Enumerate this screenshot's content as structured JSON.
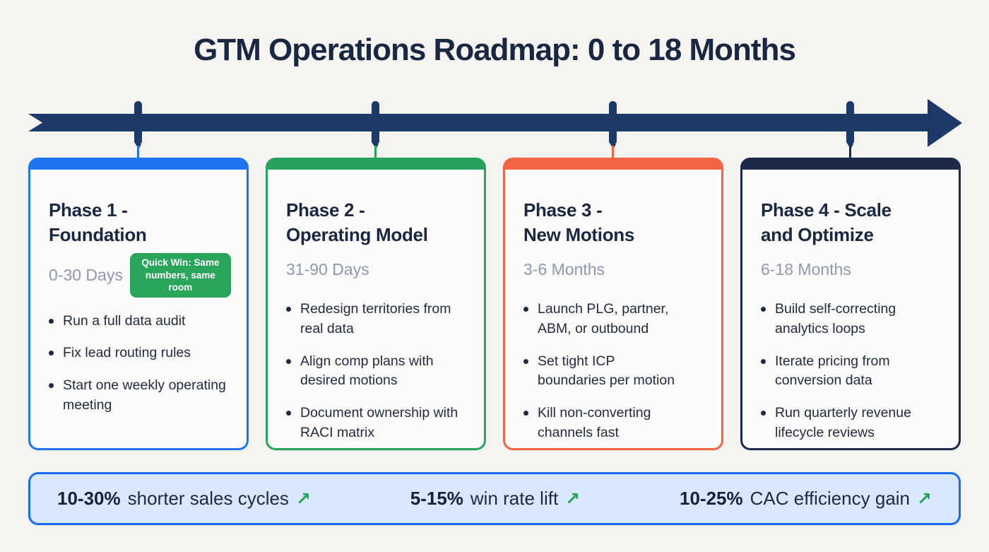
{
  "title": "GTM Operations Roadmap: 0 to 18 Months",
  "colors": {
    "page_background": "#f6f4f0",
    "card_background": "#fdfcfa",
    "navy_arrow": "#1d3968",
    "heading_text": "#1a2742",
    "body_text": "#1d2a3f",
    "muted_text": "#8c99ad",
    "phase1_blue": "#1f75f0",
    "phase2_green": "#27a35d",
    "phase3_orange": "#f56442",
    "phase4_navy": "#1b2a4a",
    "badge_green": "#2aa55c",
    "banner_background": "#d9e8fc",
    "banner_border": "#1a6df2",
    "trend_arrow_green": "#21a457"
  },
  "timeline": {
    "color": "#1d3968",
    "tick_count": 4
  },
  "phases": [
    {
      "title": "Phase 1 -\nFoundation",
      "duration": "0-30 Days",
      "badge": "Quick Win: Same numbers, same room",
      "color": "#1f75f0",
      "bullets": [
        "Run a full data audit",
        "Fix lead routing rules",
        "Start one weekly operating meeting"
      ]
    },
    {
      "title": "Phase 2 -\nOperating Model",
      "duration": "31-90 Days",
      "color": "#27a35d",
      "bullets": [
        "Redesign territories from real data",
        "Align comp plans with desired motions",
        "Document ownership with RACI matrix"
      ]
    },
    {
      "title": "Phase 3 -\nNew Motions",
      "duration": "3-6 Months",
      "color": "#f56442",
      "bullets": [
        "Launch PLG, partner,\nABM, or outbound",
        "Set tight ICP\nboundaries per motion",
        "Kill non-converting channels fast"
      ]
    },
    {
      "title": "Phase 4 - Scale\nand Optimize",
      "duration": "6-18 Months",
      "color": "#1b2a4a",
      "bullets": [
        "Build self-correcting analytics loops",
        "Iterate pricing from conversion data",
        "Run quarterly revenue lifecycle reviews"
      ]
    }
  ],
  "footer": {
    "arrow_glyph": "↗",
    "stats": [
      {
        "value": "10-30%",
        "label": "shorter sales cycles"
      },
      {
        "value": "5-15%",
        "label": "win rate lift"
      },
      {
        "value": "10-25%",
        "label": "CAC efficiency gain"
      }
    ]
  }
}
